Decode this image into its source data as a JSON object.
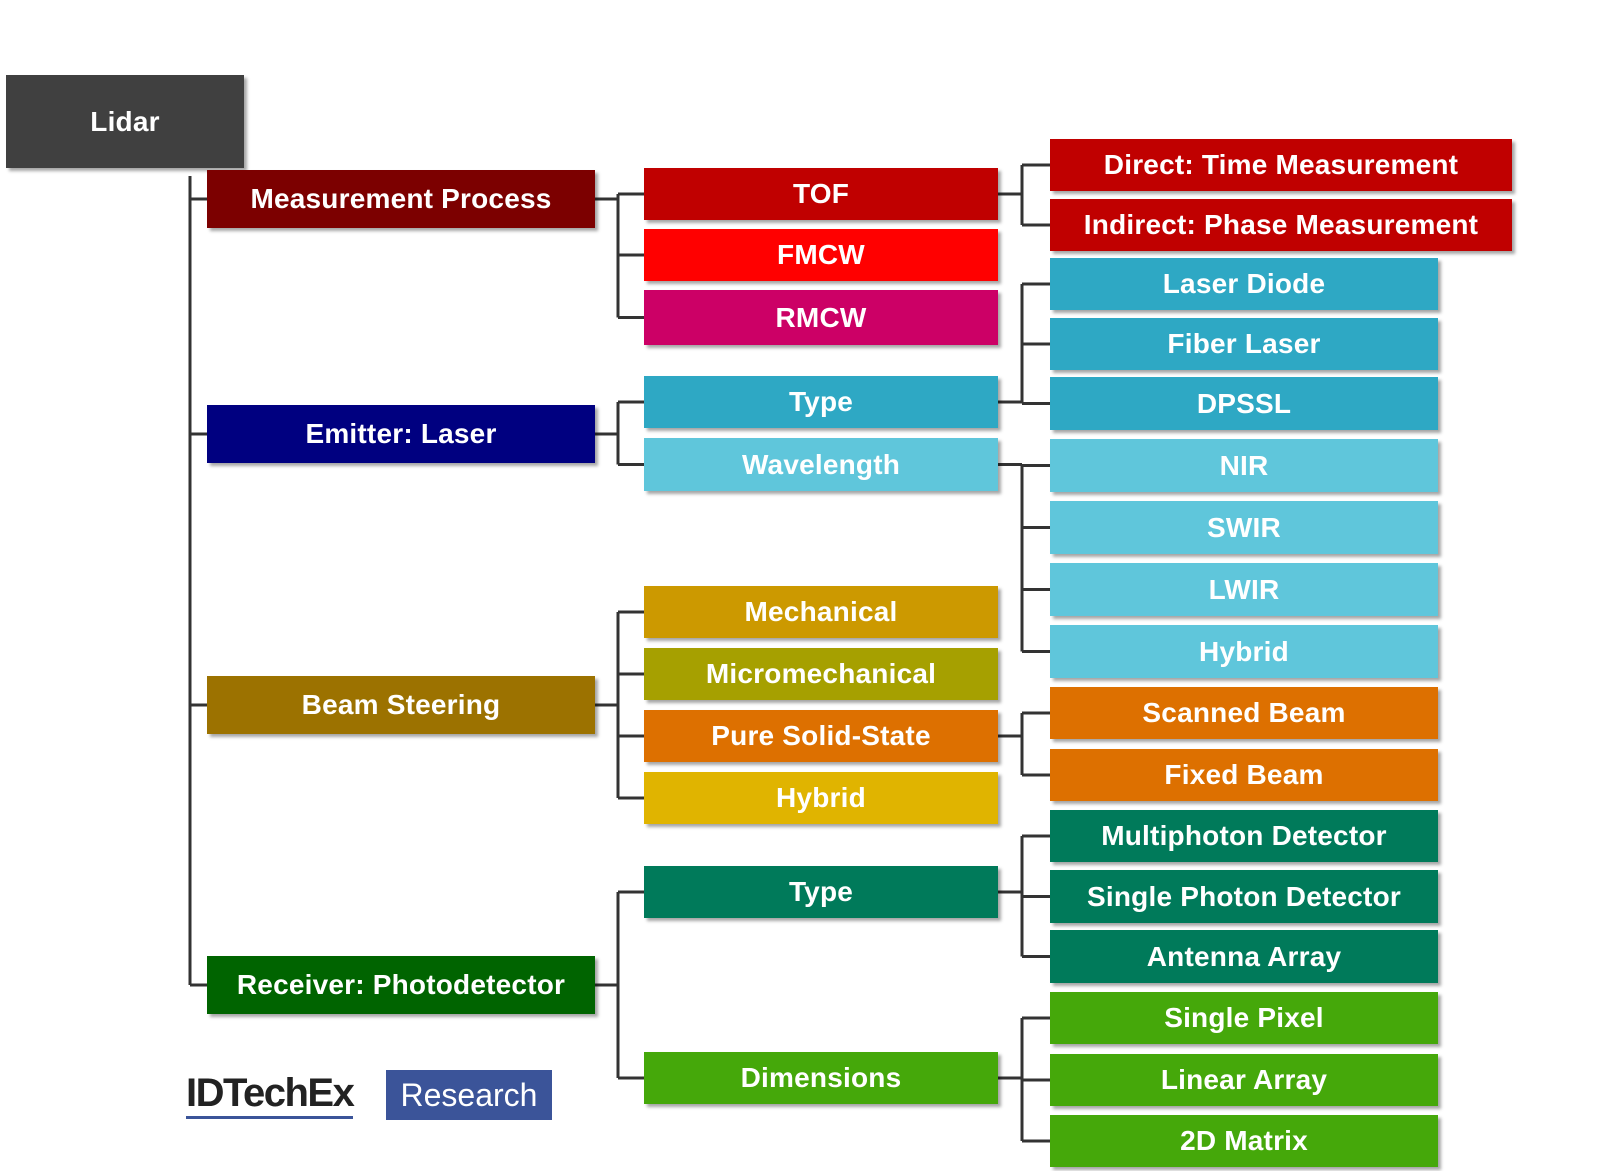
{
  "root": {
    "label": "Lidar",
    "color": "#404040"
  },
  "nodes": [
    {
      "id": "measurement",
      "label": "Measurement Process",
      "color": "#7c0000",
      "children": [
        {
          "id": "tof",
          "label": "TOF",
          "color": "#c00000",
          "children": [
            {
              "id": "direct",
              "label": "Direct: Time Measurement",
              "color": "#c00000"
            },
            {
              "id": "indirect",
              "label": "Indirect: Phase Measurement",
              "color": "#c00000"
            }
          ]
        },
        {
          "id": "fmcw",
          "label": "FMCW",
          "color": "#ff0000"
        },
        {
          "id": "rmcw",
          "label": "RMCW",
          "color": "#cc0066"
        }
      ]
    },
    {
      "id": "emitter",
      "label": "Emitter: Laser",
      "color": "#000080",
      "children": [
        {
          "id": "emitter-type",
          "label": "Type",
          "color": "#2ea8c4",
          "children": [
            {
              "id": "laser-diode",
              "label": "Laser Diode",
              "color": "#2ea8c4"
            },
            {
              "id": "fiber-laser",
              "label": "Fiber Laser",
              "color": "#2ea8c4"
            },
            {
              "id": "dpssl",
              "label": "DPSSL",
              "color": "#2ea8c4"
            }
          ]
        },
        {
          "id": "wavelength",
          "label": "Wavelength",
          "color": "#5fc6db",
          "children": [
            {
              "id": "nir",
              "label": "NIR",
              "color": "#5fc6db"
            },
            {
              "id": "swir",
              "label": "SWIR",
              "color": "#5fc6db"
            },
            {
              "id": "lwir",
              "label": "LWIR",
              "color": "#5fc6db"
            },
            {
              "id": "wavelength-hybrid",
              "label": "Hybrid",
              "color": "#5fc6db"
            }
          ]
        }
      ]
    },
    {
      "id": "beam-steering",
      "label": "Beam Steering",
      "color": "#9c7200",
      "children": [
        {
          "id": "mechanical",
          "label": "Mechanical",
          "color": "#cc9900"
        },
        {
          "id": "micromechanical",
          "label": "Micromechanical",
          "color": "#a6a000"
        },
        {
          "id": "pure-solid-state",
          "label": "Pure Solid-State",
          "color": "#dd7000",
          "children": [
            {
              "id": "scanned-beam",
              "label": "Scanned Beam",
              "color": "#dd7000"
            },
            {
              "id": "fixed-beam",
              "label": "Fixed Beam",
              "color": "#dd7000"
            }
          ]
        },
        {
          "id": "steering-hybrid",
          "label": "Hybrid",
          "color": "#e0b400"
        }
      ]
    },
    {
      "id": "receiver",
      "label": "Receiver: Photodetector",
      "color": "#006400",
      "children": [
        {
          "id": "receiver-type",
          "label": "Type",
          "color": "#007a5a",
          "children": [
            {
              "id": "multiphoton",
              "label": "Multiphoton Detector",
              "color": "#007a5a"
            },
            {
              "id": "single-photon",
              "label": "Single Photon Detector",
              "color": "#007a5a"
            },
            {
              "id": "antenna-array",
              "label": "Antenna Array",
              "color": "#007a5a"
            }
          ]
        },
        {
          "id": "dimensions",
          "label": "Dimensions",
          "color": "#45a80a",
          "children": [
            {
              "id": "single-pixel",
              "label": "Single Pixel",
              "color": "#45a80a"
            },
            {
              "id": "linear-array",
              "label": "Linear Array",
              "color": "#45a80a"
            },
            {
              "id": "2d-matrix",
              "label": "2D Matrix",
              "color": "#45a80a"
            }
          ]
        }
      ]
    }
  ],
  "logo": {
    "brand": "IDTechEx",
    "tag": "Research",
    "brand_color": "#222222",
    "tag_color": "#3b5499"
  },
  "connector_color": "#333333"
}
